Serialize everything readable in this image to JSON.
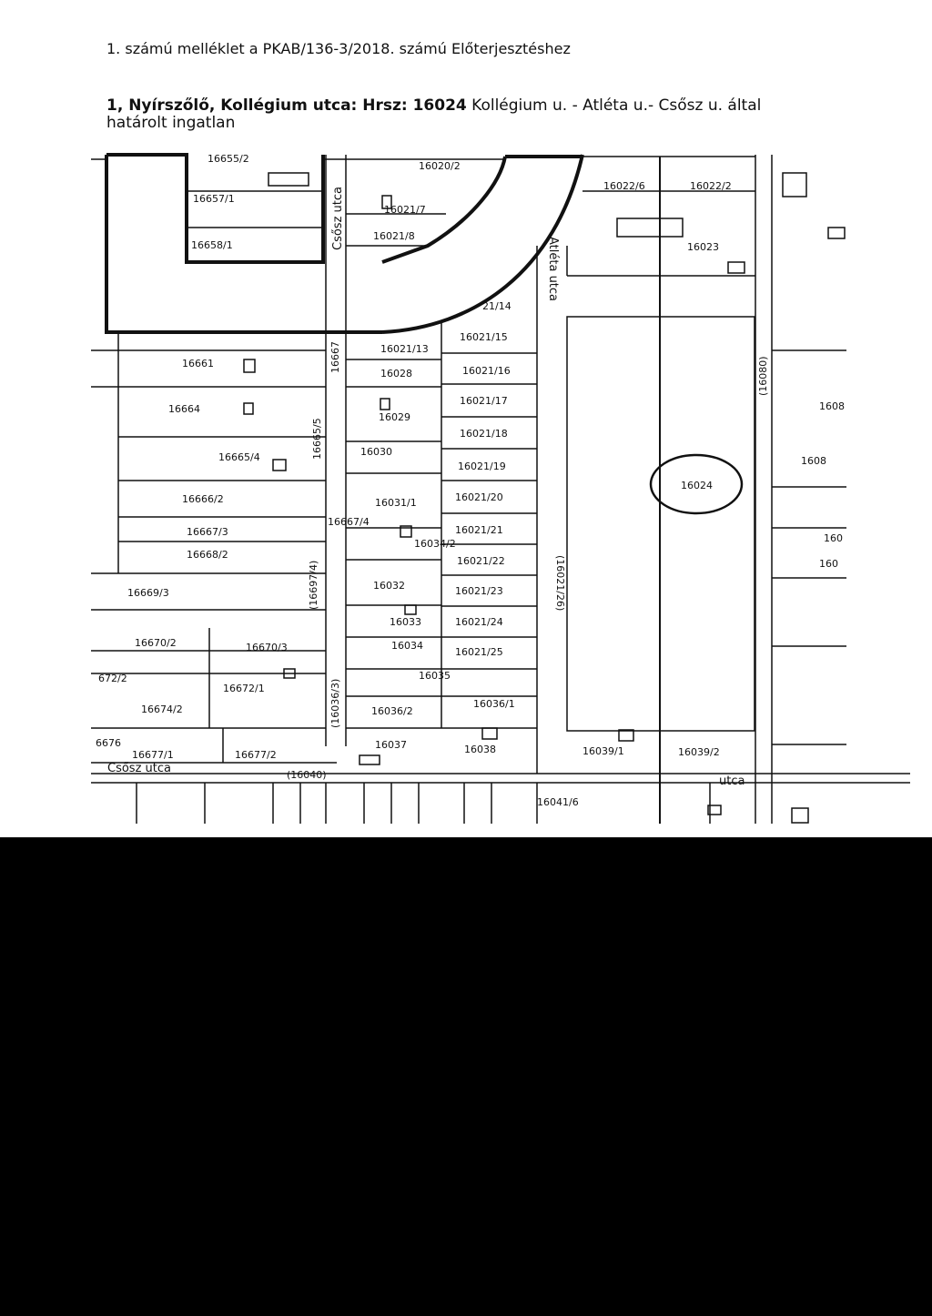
{
  "header": {
    "attachment_title": "1.  számú melléklet a PKAB/136-3/2018. számú Előterjesztéshez",
    "subject_bold": "1, Nyírszőlő, Kollégium utca: Hrsz: 16024",
    "subject_rest": " Kollégium u. - Atléta u.- Csősz u. által",
    "subject_line2": "határolt ingatlan"
  },
  "map": {
    "colors": {
      "ink": "#111111",
      "paper": "#ffffff",
      "background": "#000000"
    },
    "parcels": {
      "p16655_2": "16655/2",
      "p16657_1": "16657/1",
      "p16658_1": "16658/1",
      "p16020_2": "16020/2",
      "p16021_7": "16021/7",
      "p16021_8": "16021/8",
      "p16022_6": "16022/6",
      "p16022_2": "16022/2",
      "p16023": "16023",
      "p16021_14": "21/14",
      "p16021_13": "16021/13",
      "p16021_15": "16021/15",
      "p16661": "16661",
      "p16028": "16028",
      "p16021_16": "16021/16",
      "p16664": "16664",
      "p16029": "16029",
      "p16021_17": "16021/17",
      "p16021_18": "16021/18",
      "p16665_4": "16665/4",
      "p16030": "16030",
      "p16021_19": "16021/19",
      "p16024": "16024",
      "p16666_2": "16666/2",
      "p16031_1": "16031/1",
      "p16021_20": "16021/20",
      "p16667_3": "16667/3",
      "p16667_4": "16667/4",
      "p16034_2": "16034/2",
      "p16021_21": "16021/21",
      "p16668_2": "16668/2",
      "p16021_22": "16021/22",
      "p16669_3": "16669/3",
      "p16032": "16032",
      "p16021_23": "16021/23",
      "p16033": "16033",
      "p16021_24": "16021/24",
      "p16670_2": "16670/2",
      "p16670_3": "16670/3",
      "p16034": "16034",
      "p16021_25": "16021/25",
      "p16672_2": "672/2",
      "p16672_1": "16672/1",
      "p16035": "16035",
      "p16674_2": "16674/2",
      "p16036_2": "16036/2",
      "p16036_1": "16036/1",
      "p16676": "6676",
      "p16677_1": "16677/1",
      "p16677_2": "16677/2",
      "p16037": "16037",
      "p16038": "16038",
      "p16039_1": "16039/1",
      "p16039_2": "16039/2",
      "p16041_6": "16041/6",
      "p16040": "(16040)",
      "p16021_26": "(16021/26)",
      "p16697_4": "(16697/4)",
      "p16036_3": "(16036/3)",
      "p16665_5": "16665/5",
      "p16667": "16667",
      "p1608_r1": "1608",
      "p1608_r2": "1608",
      "p160_r3": "160",
      "p160_r4": "160",
      "p16080": "(16080)"
    },
    "streets": {
      "csosz": "Csősz utca",
      "atleta_ext": "utca",
      "kollegium_vertical": "Atléta utca",
      "kollegium_right": "utca",
      "left_vertical": "Csősz utca"
    }
  }
}
